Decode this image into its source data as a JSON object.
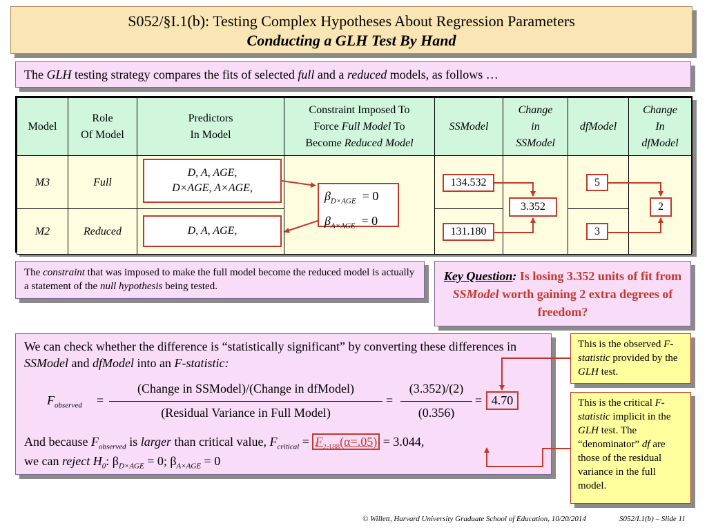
{
  "title": {
    "line1": "S052/§I.1(b): Testing Complex Hypotheses About Regression Parameters",
    "line2": "Conducting a GLH Test By Hand"
  },
  "intro": {
    "p1": "The ",
    "glh": "GLH",
    "p2": " testing strategy compares the fits of selected ",
    "full": "full",
    "p3": " and a ",
    "reduced": "reduced",
    "p4": " models, as follows …"
  },
  "table": {
    "headers": {
      "model": "Model",
      "role_1": "Role",
      "role_2": "Of Model",
      "pred_1": "Predictors",
      "pred_2": "In Model",
      "con_1": "Constraint Imposed To",
      "con_2a": "Force ",
      "con_2b": "Full Model",
      "con_2c": " To",
      "con_3a": "Become ",
      "con_3b": "Reduced Model",
      "ssmodel": "SSModel",
      "chg_ss_1": "Change",
      "chg_ss_2": "in",
      "chg_ss_3": "SSModel",
      "dfmodel": "dfModel",
      "chg_df_1": "Change",
      "chg_df_2": "In",
      "chg_df_3": "dfModel"
    },
    "rows": [
      {
        "model": "M3",
        "role": "Full",
        "pred_1": "D, A, AGE,",
        "pred_2": "D×AGE, A×AGE,",
        "ssmodel": "134.532",
        "dfmodel": "5"
      },
      {
        "model": "M2",
        "role": "Reduced",
        "pred_1": "D, A, AGE,",
        "ssmodel": "131.180",
        "dfmodel": "3"
      }
    ],
    "constraint_1_sub": "D×AGE",
    "constraint_2_sub": "A×AGE",
    "constraint_rhs": "= 0",
    "change_ss": "3.352",
    "change_df": "2"
  },
  "constraint_note": {
    "p1": "The ",
    "constraint": "constraint",
    "p2": " that was imposed to make the full model become the reduced model is actually a statement of the ",
    "null": "null hypothesis",
    "p3": " being tested."
  },
  "key_question": {
    "label": "Key Question",
    "colon": ":",
    "p1": "  Is losing 3.352 units of fit from ",
    "ssmodel": "SSModel",
    "p2": " worth gaining 2 extra degrees of freedom?"
  },
  "main": {
    "p1": "We can check whether the difference is “statistically significant” by converting these differences in ",
    "ssmodel": "SSModel",
    "p2": " and ",
    "dfmodel": "dfModel",
    "p3": " into an ",
    "fstat": "F-statistic:",
    "f_label": "F",
    "f_sub": "observed",
    "eq": "=",
    "num_text": "(Change in SSModel)/(Change in dfModel)",
    "den_text": "(Residual Variance in Full Model)",
    "num_val": "(3.352)/(2)",
    "den_val": "(0.356)",
    "result": "4.70",
    "l2_p1": "And because ",
    "l2_f": "F",
    "l2_fsub": "observed",
    "l2_p2": " is ",
    "l2_larger": "larger",
    "l2_p3": " than critical value, ",
    "l2_fc": "F",
    "l2_fcsub": "critical",
    "l2_eq": " = ",
    "crit_f": "F",
    "crit_sub": "2,188",
    "crit_alpha": "(α=.05)",
    "crit_val": " = 3.044,",
    "l3_p1": "we can  ",
    "l3_reject": "reject H",
    "l3_h0sub": "0",
    "l3_p2": ": β",
    "l3_sub1": "D×AGE",
    "l3_p3": " = 0; β",
    "l3_sub2": "A×AGE",
    "l3_p4": " = 0"
  },
  "note_observed": {
    "p1": "This is the observed ",
    "fstat": "F-statistic",
    "p2": " provided by the ",
    "glh": "GLH",
    "p3": " test."
  },
  "note_critical": {
    "p1": "This is the critical ",
    "fstat": "F-statistic",
    "p2": " implicit in the ",
    "glh": "GLH",
    "p3": " test.  The “denominator” ",
    "df": "df",
    "p4": " are those of the residual variance in the full model."
  },
  "footer": {
    "left": "© Willett, Harvard University Graduate School of Education, 10/20/2014",
    "right": "S052/I.1(b) – Slide 11"
  },
  "colors": {
    "accent_red": "#c0392b",
    "title_bg": "#fae6b4",
    "pink_bg": "#f8dcf8",
    "header_green": "#d0f6dc",
    "note_yellow": "#ffff9e"
  }
}
